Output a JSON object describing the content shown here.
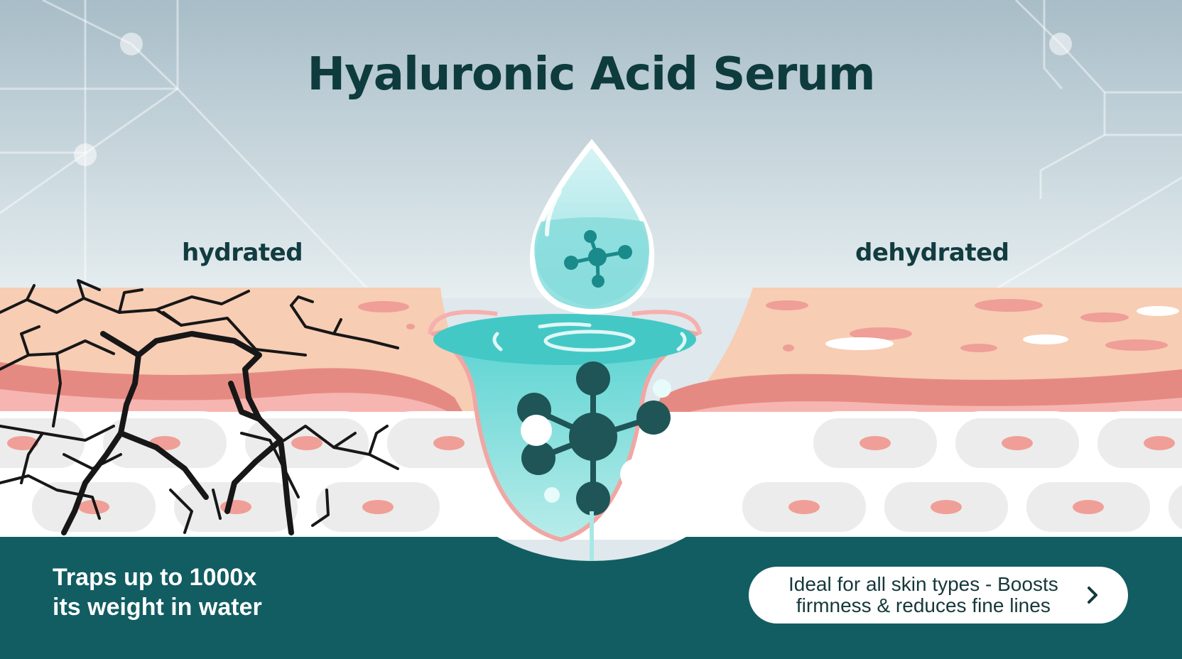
{
  "header": {
    "title": "Hyaluronic Acid Serum"
  },
  "labels": {
    "left": "hydrated",
    "right": "dehydrated"
  },
  "footer": {
    "claim_line1": "Traps up to 1000x",
    "claim_line2": "its weight in water",
    "cta_line1": "Ideal for all skin types - Boosts",
    "cta_line2": "firmness & reduces fine lines",
    "cta_icon": "chevron-right-icon"
  },
  "colors": {
    "sky_top": "#a9bfca",
    "sky_bottom": "#e3ecef",
    "skin_top": "#f7cdb4",
    "skin_pink": "#e58a82",
    "dermis": "#f4b7b2",
    "cells": "#ececec",
    "cell_nucleus": "#ef9f97",
    "footer_bg": "#115d62",
    "serum": "#4fd0cf",
    "molecule": "#1f5557",
    "title": "#0e3b3e"
  },
  "icons": [
    "molecule-icon",
    "water-drop-icon",
    "crack-lines",
    "circuit-lines"
  ]
}
